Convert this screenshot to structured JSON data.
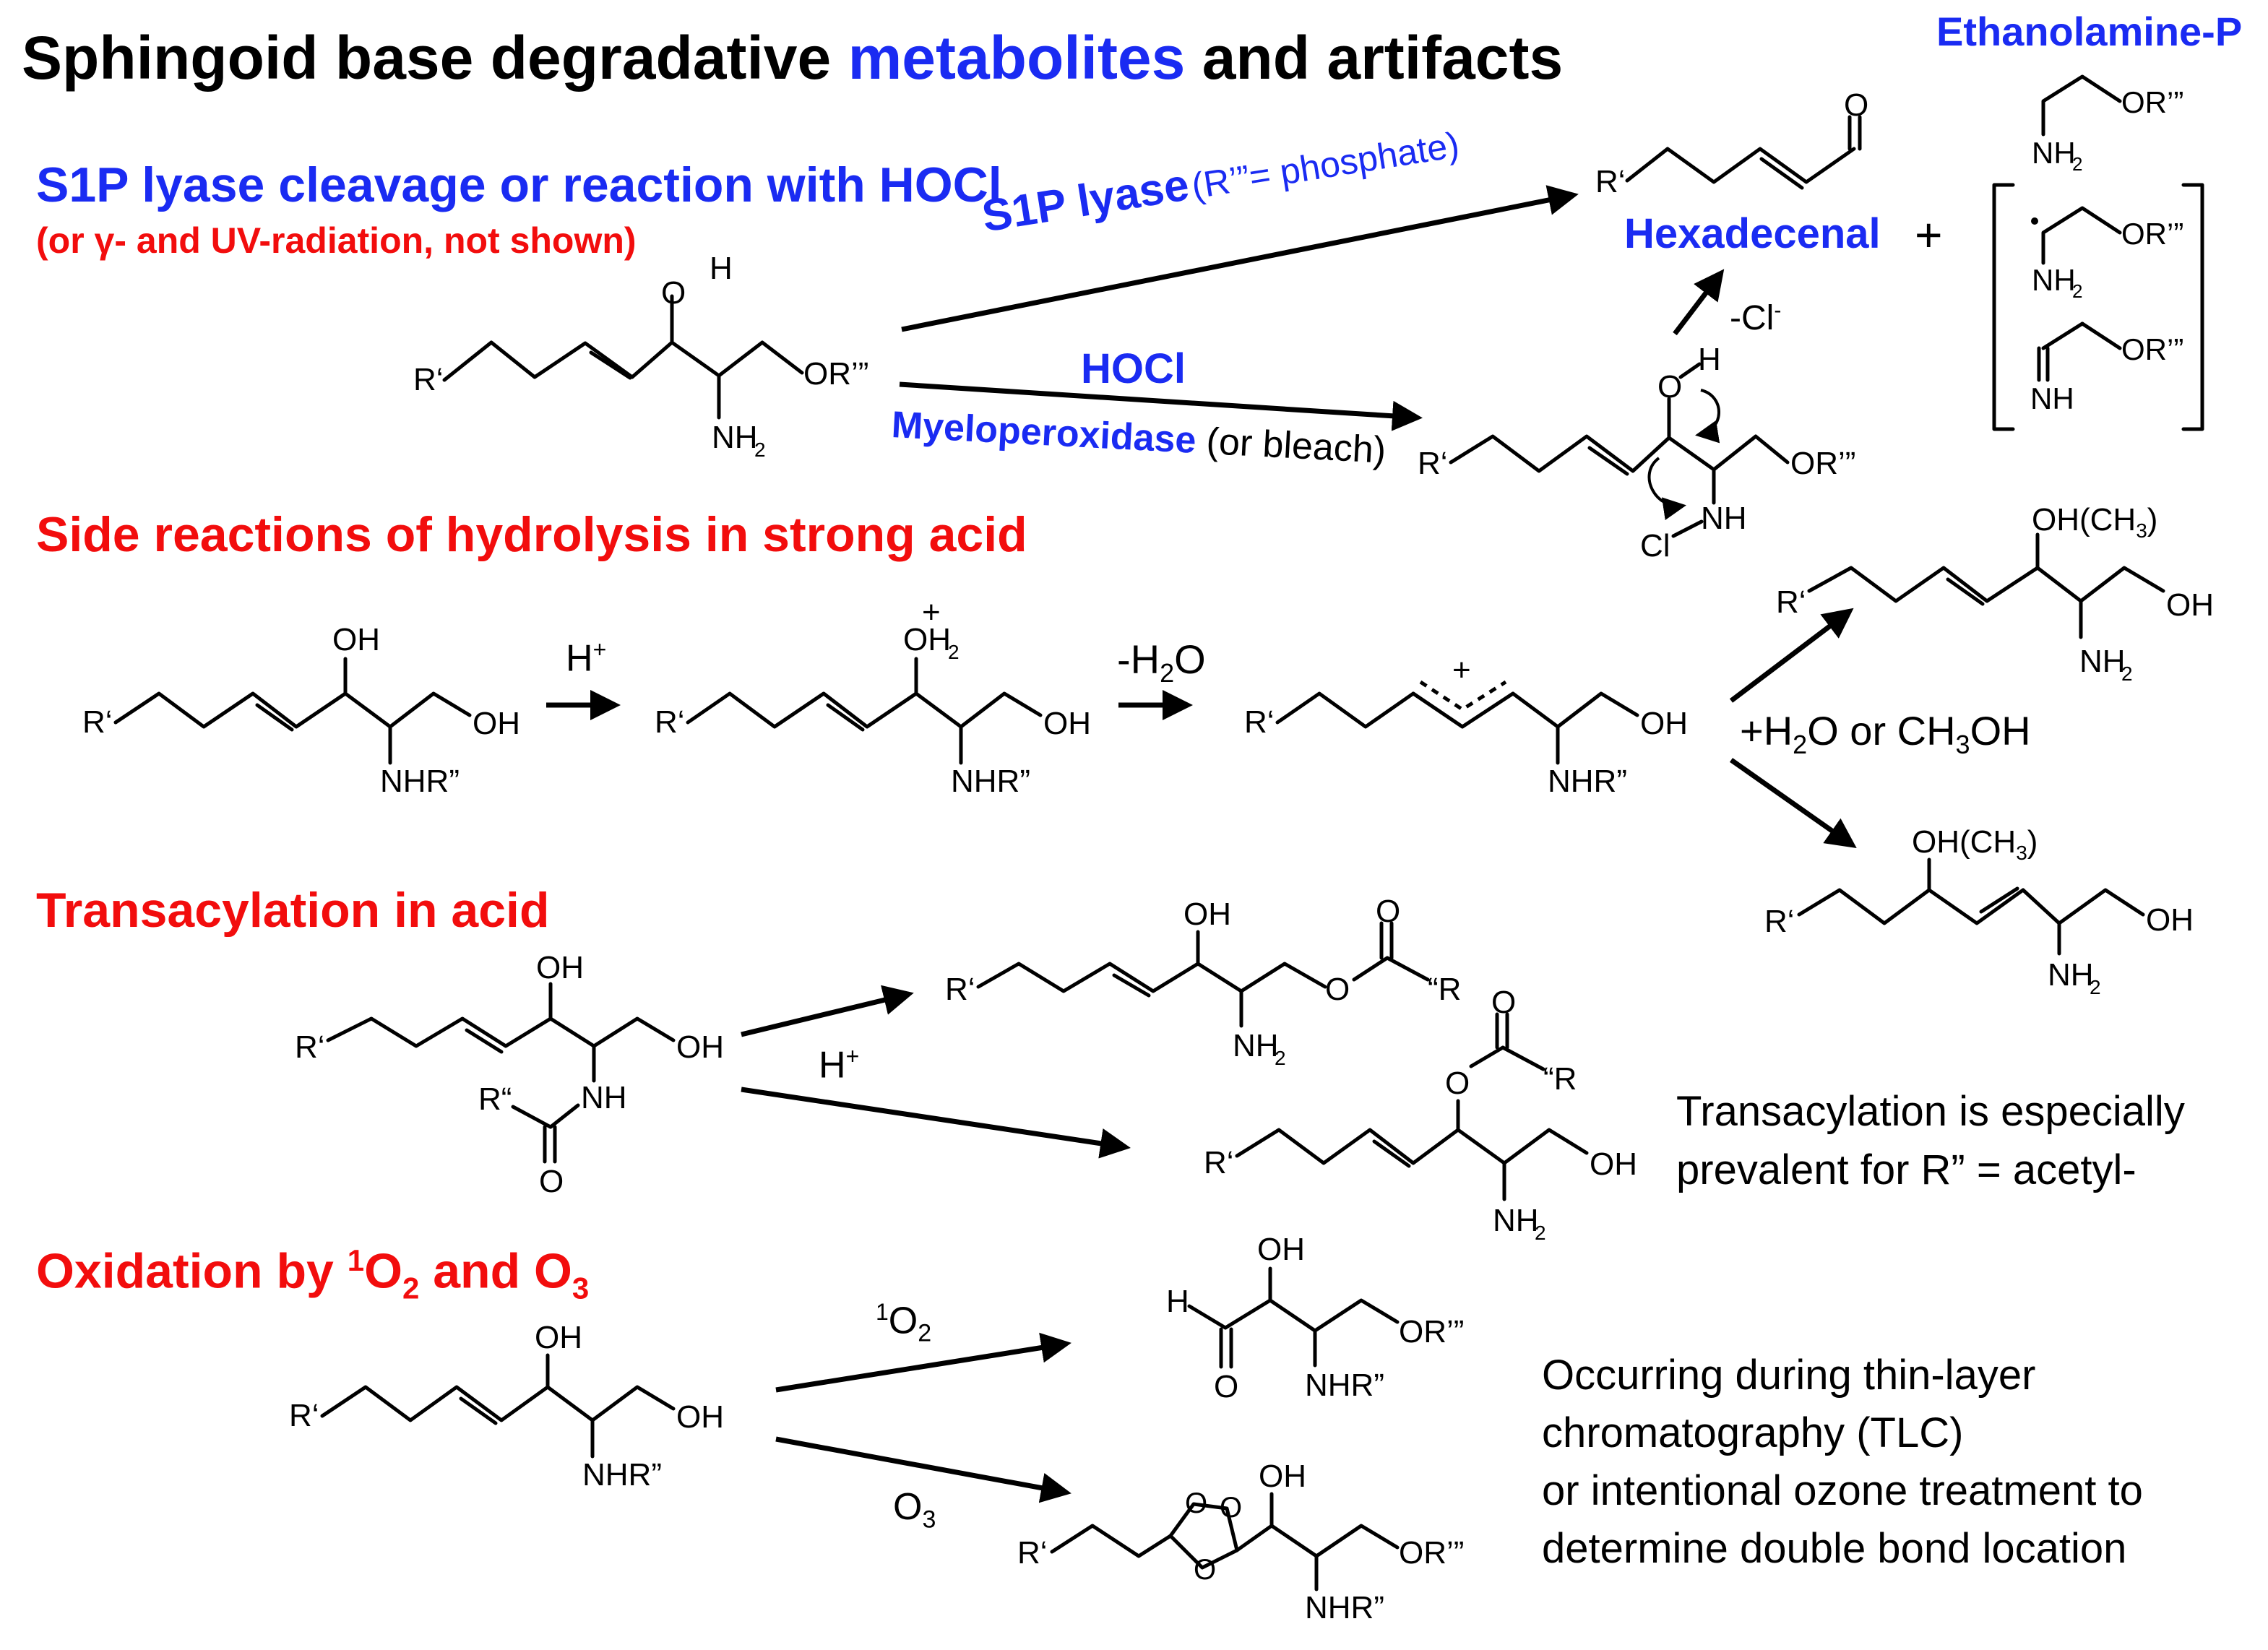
{
  "title": {
    "part1": "Sphingoid base degradative ",
    "part2": "metabolites",
    "part3": " and artifacts"
  },
  "header_right": "Ethanolamine-P",
  "section1": {
    "title": "S1P lyase cleavage or reaction with HOCl",
    "subtitle": "(or γ- and UV-radiation, not shown)",
    "arrow1_label_main": "S1P lyase",
    "arrow1_label_paren": "(R’”= phosphate)",
    "arrow2_label_top": "HOCl",
    "arrow2_label_bottom_main": "Myeloperoxidase",
    "arrow2_label_bottom_paren": " (or bleach)",
    "product_name": "Hexadecenal",
    "plus": "+",
    "minus_cl": "-Cl",
    "cl_charge": "-"
  },
  "section2": {
    "title": "Side reactions of hydrolysis in strong acid",
    "reagent1": "H",
    "reagent1_charge": "+",
    "reagent2_prefix": "-H",
    "reagent2_sub": "2",
    "reagent2_suffix": "O",
    "branch_label": {
      "p1": "+H",
      "s1": "2",
      "p2": "O or CH",
      "s2": "3",
      "p3": "OH"
    }
  },
  "section3": {
    "title": "Transacylation in acid",
    "reagent": "H",
    "reagent_charge": "+",
    "note_line1": "Transacylation is especially",
    "note_line2": "prevalent for R” = acetyl-"
  },
  "section4": {
    "title_prefix": "Oxidation by ",
    "title_sup": "1",
    "title_mid": "O",
    "title_sub": "2",
    "title_and": "  and O",
    "title_sub2": "3",
    "reagent1_sup": "1",
    "reagent1": "O",
    "reagent1_sub": "2",
    "reagent2": "O",
    "reagent2_sub": "3",
    "note_lines": [
      "Occurring during thin-layer",
      "chromatography (TLC)",
      "or intentional ozone treatment to",
      "determine double bond location"
    ]
  },
  "atoms": {
    "R_prime": "R‘",
    "R_acyl": "R“",
    "R_quote": "“R",
    "OH": "OH",
    "O": "O",
    "H": "H",
    "OR3": "OR’”",
    "NH2": "NH",
    "NH2_sub": "2",
    "NHR": "NHR”",
    "NH": "NH",
    "Cl": "Cl",
    "OH2": "OH",
    "OH2_sub": "2",
    "plus": "+",
    "OHCH3": "OH(CH",
    "OHCH3_sub": "3",
    "OHCH3_end": ")"
  }
}
